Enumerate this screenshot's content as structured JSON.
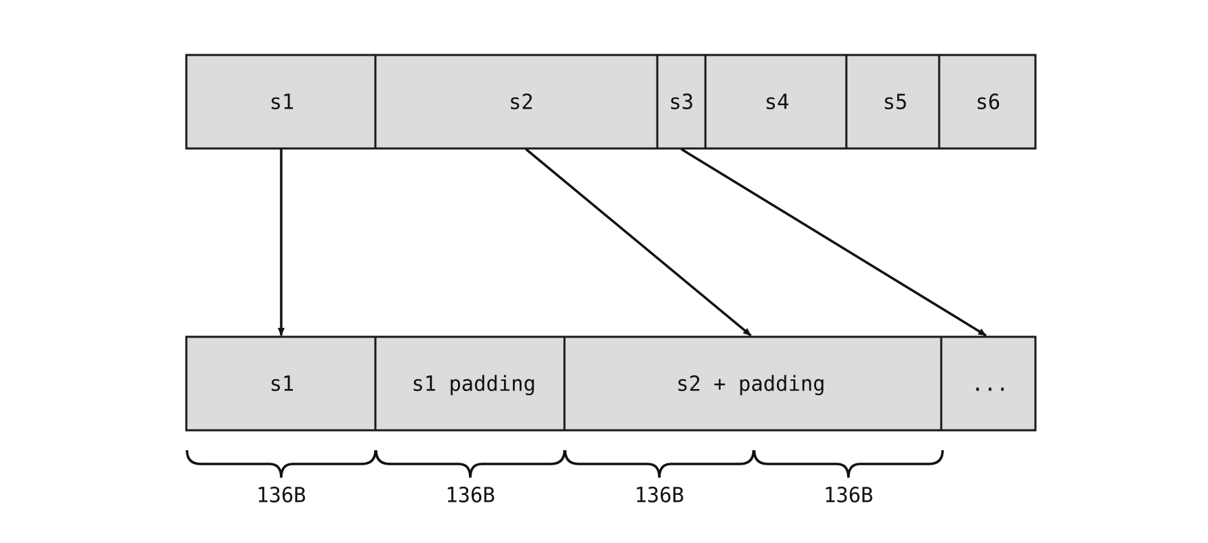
{
  "diagram": {
    "top_row": {
      "cells": [
        {
          "label": "s1"
        },
        {
          "label": "s2"
        },
        {
          "label": "s3"
        },
        {
          "label": "s4"
        },
        {
          "label": "s5"
        },
        {
          "label": "s6"
        }
      ]
    },
    "bottom_row": {
      "cells": [
        {
          "label": "s1"
        },
        {
          "label": "s1 padding"
        },
        {
          "label": "s2 + padding"
        },
        {
          "label": "..."
        }
      ]
    },
    "arrows": [
      {
        "from": "s1",
        "to": "s1"
      },
      {
        "from": "s2",
        "to": "s2 + padding"
      },
      {
        "from": "s3",
        "to": "..."
      }
    ],
    "braces": [
      {
        "label": "136B"
      },
      {
        "label": "136B"
      },
      {
        "label": "136B"
      },
      {
        "label": "136B"
      }
    ],
    "colors": {
      "cell_fill": "#dcdcdc",
      "stroke": "#1a1a1a",
      "background": "#ffffff"
    }
  }
}
